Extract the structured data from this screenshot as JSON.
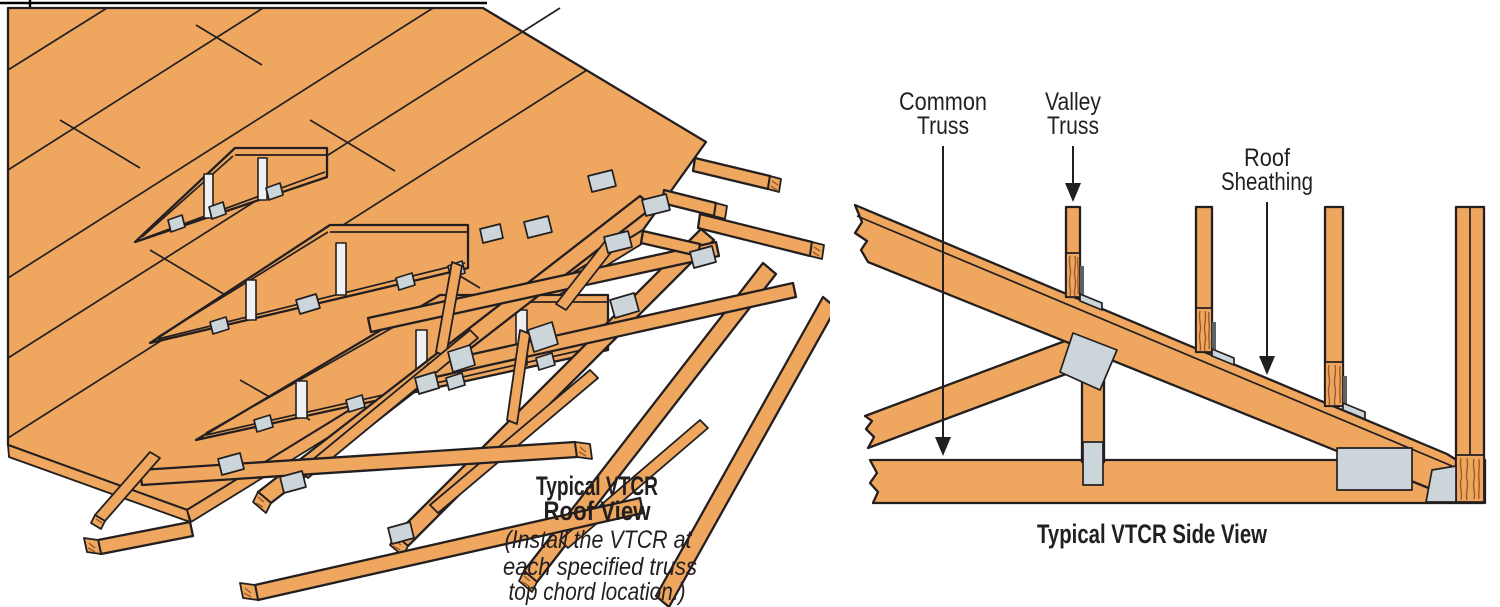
{
  "colors": {
    "bg": "#ffffff",
    "wood": "#efa75f",
    "plate": "#ccd5da",
    "stud": "#eef0f1",
    "outline": "#231f20",
    "grain": "#9c5a26",
    "label": "#231f20"
  },
  "roof_view": {
    "caption": {
      "title_line1": "Typical VTCR",
      "title_line2": "Roof View",
      "note_line1": "(Install the VTCR at",
      "note_line2": "each specified truss",
      "note_line3": "top chord location.)"
    }
  },
  "side_view": {
    "caption": "Typical VTCR Side View",
    "labels": {
      "common_truss": {
        "line1": "Common",
        "line2": "Truss"
      },
      "valley_truss": {
        "line1": "Valley",
        "line2": "Truss"
      },
      "roof_sheathing": {
        "line1": "Roof",
        "line2": "Sheathing"
      }
    }
  }
}
